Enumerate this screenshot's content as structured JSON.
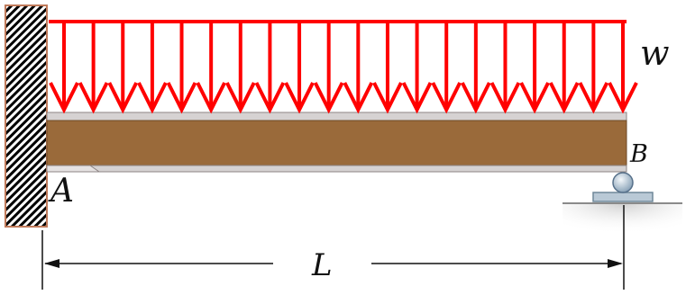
{
  "labels": {
    "load": "w",
    "support_fixed": "A",
    "support_roller": "B",
    "span": "L"
  },
  "load": {
    "type": "uniformly distributed",
    "arrow_count": 20
  },
  "colors": {
    "load": "#ff0000",
    "beam_web": "#9a6a3a",
    "beam_flange": "#d6d2d2",
    "wall_hatch": "#000000",
    "wall_border": "#c07a5a",
    "ground": "#d9d9d9",
    "roller": "#b9c9d6",
    "dimension": "#111111"
  },
  "icons": {
    "fixed_support": "hatched-wall-icon",
    "roller_support": "roller-support-icon"
  }
}
